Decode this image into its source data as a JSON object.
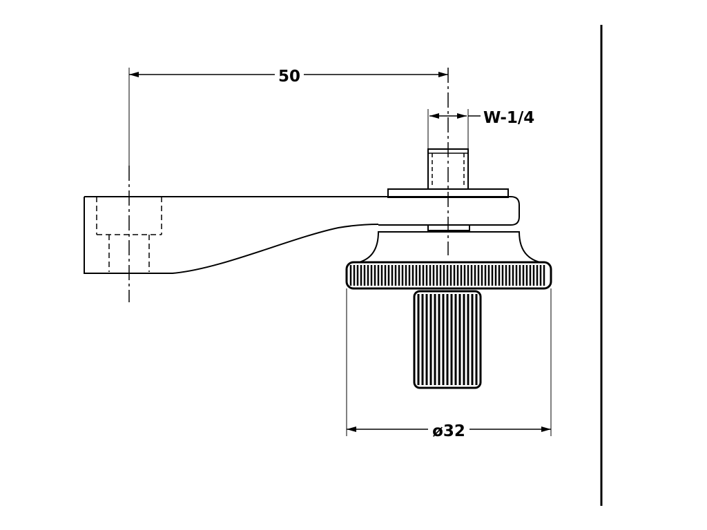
{
  "dimensions": {
    "arm_length": "50",
    "thread": "W-1/4",
    "knob_diameter": "ø32"
  },
  "colors": {
    "line": "#000000",
    "background": "#ffffff"
  }
}
